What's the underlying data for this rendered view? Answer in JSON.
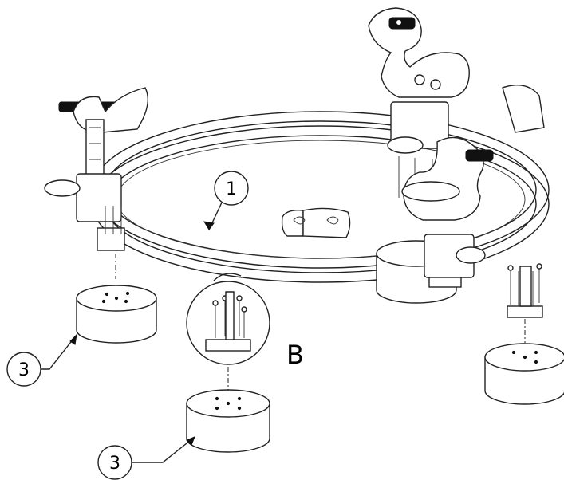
{
  "callouts": [
    {
      "id": "part-1",
      "label": "1"
    },
    {
      "id": "part-3-left",
      "label": "3"
    },
    {
      "id": "part-3-bottom",
      "label": "3"
    }
  ],
  "detail_label": "B",
  "colors": {
    "line": "#222222",
    "fill": "#ffffff",
    "handle": "#111111"
  }
}
